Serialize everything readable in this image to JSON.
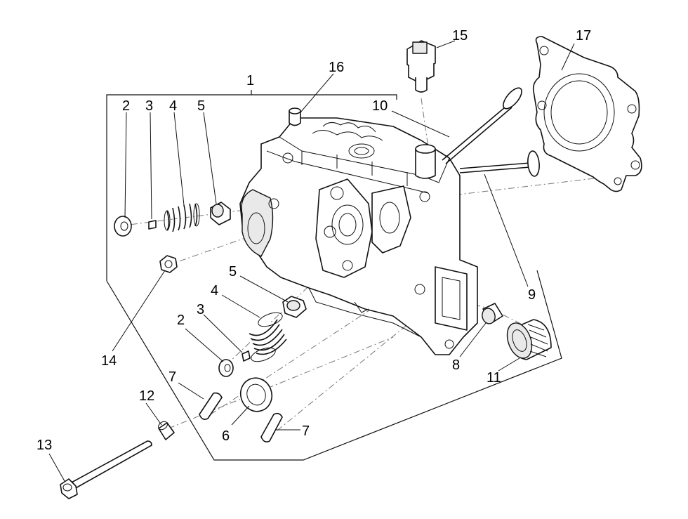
{
  "callouts": {
    "c1": "1",
    "c2a": "2",
    "c3a": "3",
    "c4a": "4",
    "c5a": "5",
    "c5b": "5",
    "c4b": "4",
    "c3b": "3",
    "c2b": "2",
    "c6": "6",
    "c7a": "7",
    "c7b": "7",
    "c8": "8",
    "c9": "9",
    "c10": "10",
    "c11": "11",
    "c12": "12",
    "c13": "13",
    "c14": "14",
    "c15": "15",
    "c16": "16",
    "c17": "17"
  }
}
